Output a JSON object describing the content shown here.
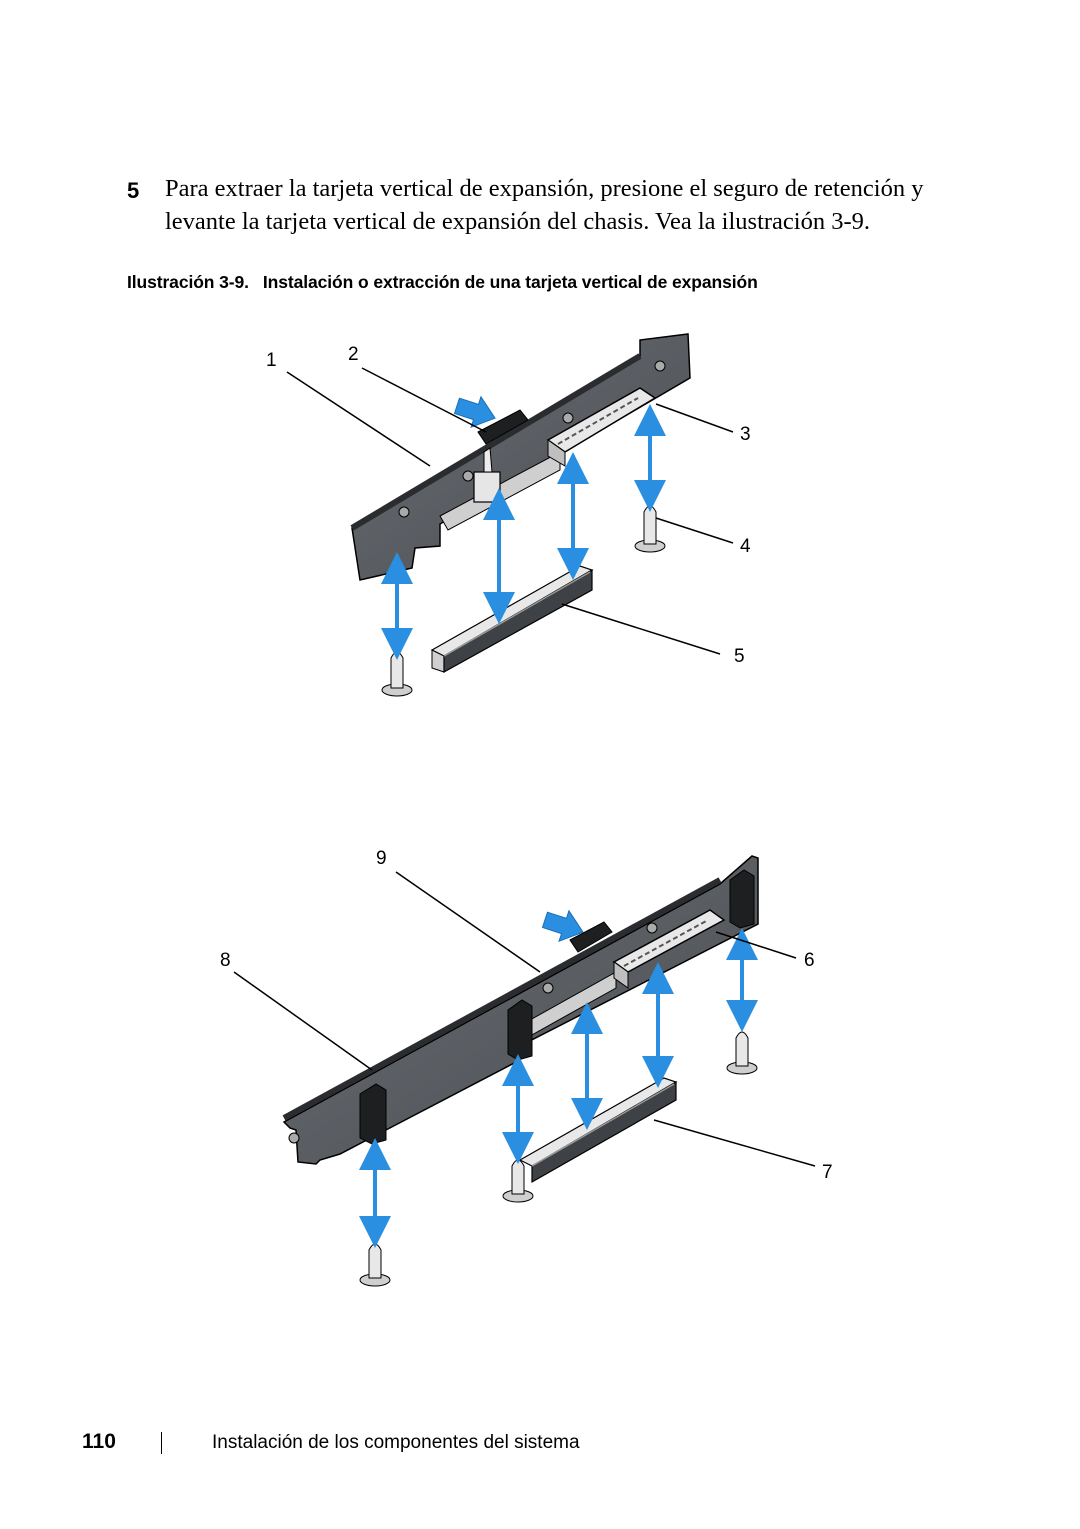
{
  "step": {
    "number": "5",
    "text": "Para extraer la tarjeta vertical de expansión, presione el seguro de retención y levante la tarjeta vertical de expansión del chasis. Vea la ilustración 3-9."
  },
  "figure": {
    "label": "Ilustración 3-9.",
    "title": "Instalación o extracción de una tarjeta vertical de expansión",
    "callouts": [
      "1",
      "2",
      "3",
      "4",
      "5",
      "6",
      "7",
      "8",
      "9"
    ]
  },
  "footer": {
    "page_number": "110",
    "section_title": "Instalación de los componentes del sistema"
  },
  "colors": {
    "arrow": "#2a8fe0",
    "board": "#5a5e63",
    "metal": "#d8d8d8"
  }
}
